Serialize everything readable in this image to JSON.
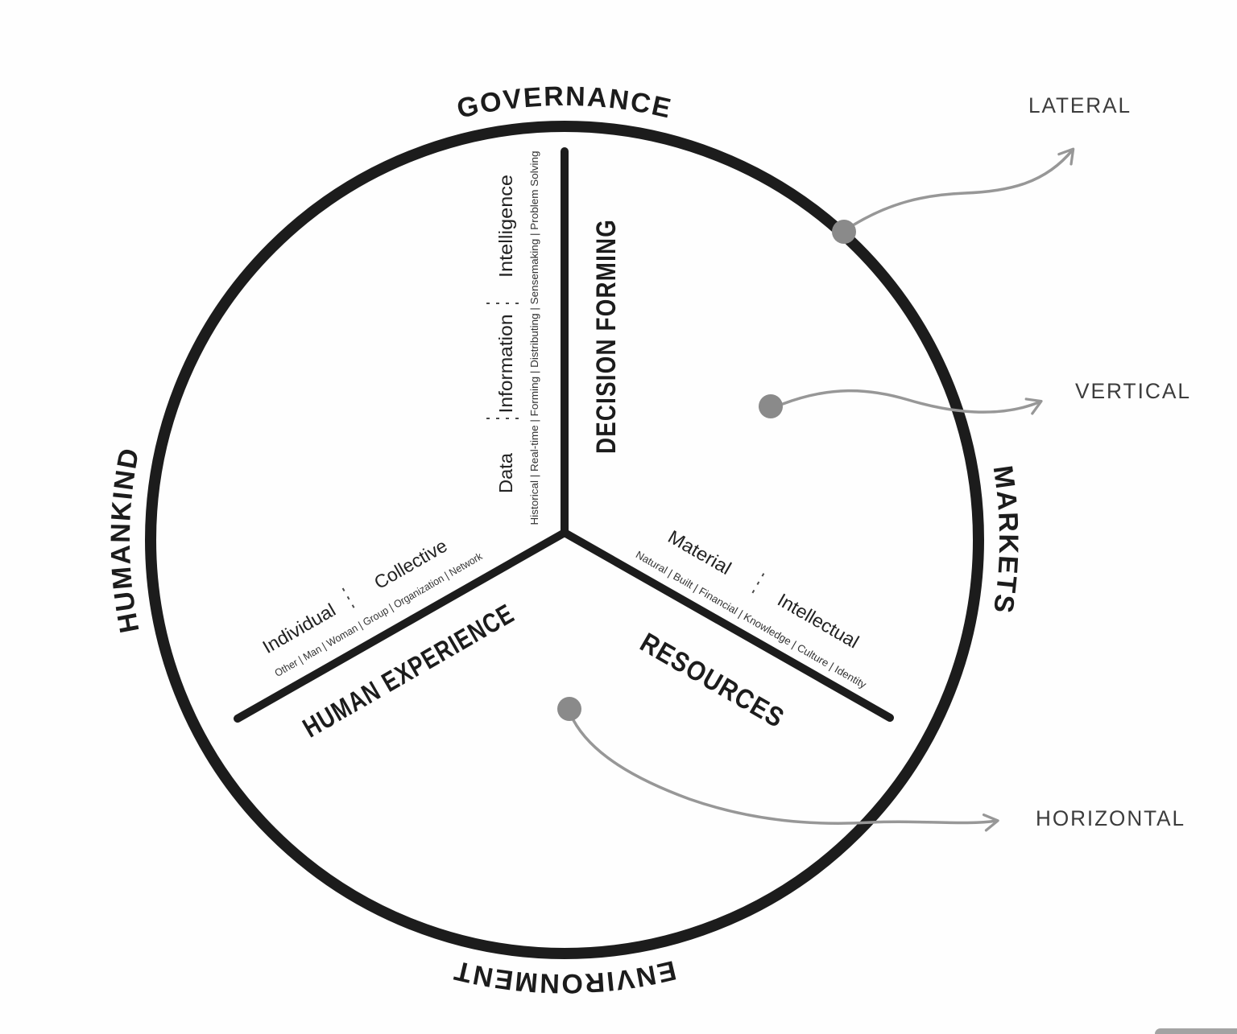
{
  "diagram": {
    "outer_labels": {
      "top": "GOVERNANCE",
      "right": "MARKETS",
      "bottom": "ENVIRONMENT",
      "left": "HUMANKIND"
    },
    "sectors": {
      "decision_forming": {
        "title": "DECISION FORMING",
        "levels": [
          "Data",
          "Information",
          "Intelligence"
        ],
        "detail": "Historical | Real-time | Forming | Distributing | Sensemaking | Problem Solving"
      },
      "human_experience": {
        "title": "HUMAN EXPERIENCE",
        "levels": [
          "Individual",
          "Collective"
        ],
        "detail": "Other | Man | Woman | Group | Organization | Network"
      },
      "resources": {
        "title": "RESOURCES",
        "levels": [
          "Material",
          "Intellectual"
        ],
        "detail": "Natural | Built | Financial | Knowledge | Culture | Identity"
      }
    },
    "annotations": {
      "lateral": "LATERAL",
      "vertical": "VERTICAL",
      "horizontal": "HORIZONTAL"
    },
    "colors": {
      "ink": "#1c1c1c",
      "annotation_gray": "#8a8a8a",
      "curve_gray": "#979797"
    }
  }
}
